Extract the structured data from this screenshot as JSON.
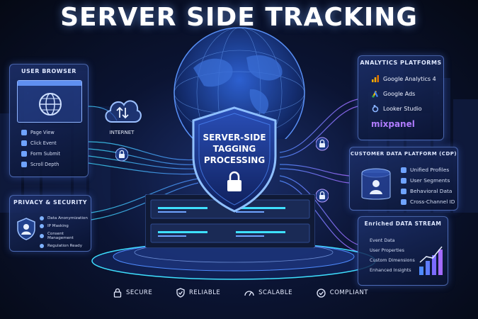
{
  "title": "SERVER SIDE TRACKING",
  "user_browser": {
    "title": "USER BROWSER",
    "items": [
      {
        "label": "Page View",
        "icon": "page-view-icon"
      },
      {
        "label": "Click Event",
        "icon": "cursor-icon"
      },
      {
        "label": "Form Submit",
        "icon": "form-icon"
      },
      {
        "label": "Scroll Depth",
        "icon": "scroll-icon"
      }
    ]
  },
  "internet": {
    "label": "INTERNET"
  },
  "center": {
    "line1": "SERVER-SIDE",
    "line2": "TAGGING",
    "line3": "PROCESSING"
  },
  "privacy": {
    "title": "PRIVACY & SECURITY",
    "items": [
      "Data Anonymization",
      "IP Masking",
      "Consent Management",
      "Regulation Ready"
    ]
  },
  "analytics": {
    "title": "ANALYTICS PLATFORMS",
    "items": [
      {
        "label": "Google Analytics 4",
        "icon": "google-analytics-icon"
      },
      {
        "label": "Google Ads",
        "icon": "google-ads-icon"
      },
      {
        "label": "Looker Studio",
        "icon": "looker-studio-icon"
      }
    ],
    "mixpanel": "mixpanel"
  },
  "cdp": {
    "title": "CUSTOMER DATA PLATFORM (CDP)",
    "items": [
      {
        "label": "Unified Profiles",
        "icon": "profile-icon"
      },
      {
        "label": "User Segments",
        "icon": "segments-icon"
      },
      {
        "label": "Behavioral Data",
        "icon": "behavior-icon"
      },
      {
        "label": "Cross-Channel ID",
        "icon": "id-card-icon"
      }
    ]
  },
  "enriched": {
    "title": "Enriched DATA STREAM",
    "items": [
      "Event Data",
      "User Properties",
      "Custom Dimensions",
      "Enhanced Insights"
    ]
  },
  "footer": [
    {
      "label": "SECURE",
      "icon": "lock-icon"
    },
    {
      "label": "RELIABLE",
      "icon": "shield-check-icon"
    },
    {
      "label": "SCALABLE",
      "icon": "gauge-icon"
    },
    {
      "label": "COMPLIANT",
      "icon": "checkmark-icon"
    }
  ],
  "colors": {
    "accent_blue": "#4f8bff",
    "accent_purple": "#a46bff",
    "accent_cyan": "#3ee0ff"
  }
}
